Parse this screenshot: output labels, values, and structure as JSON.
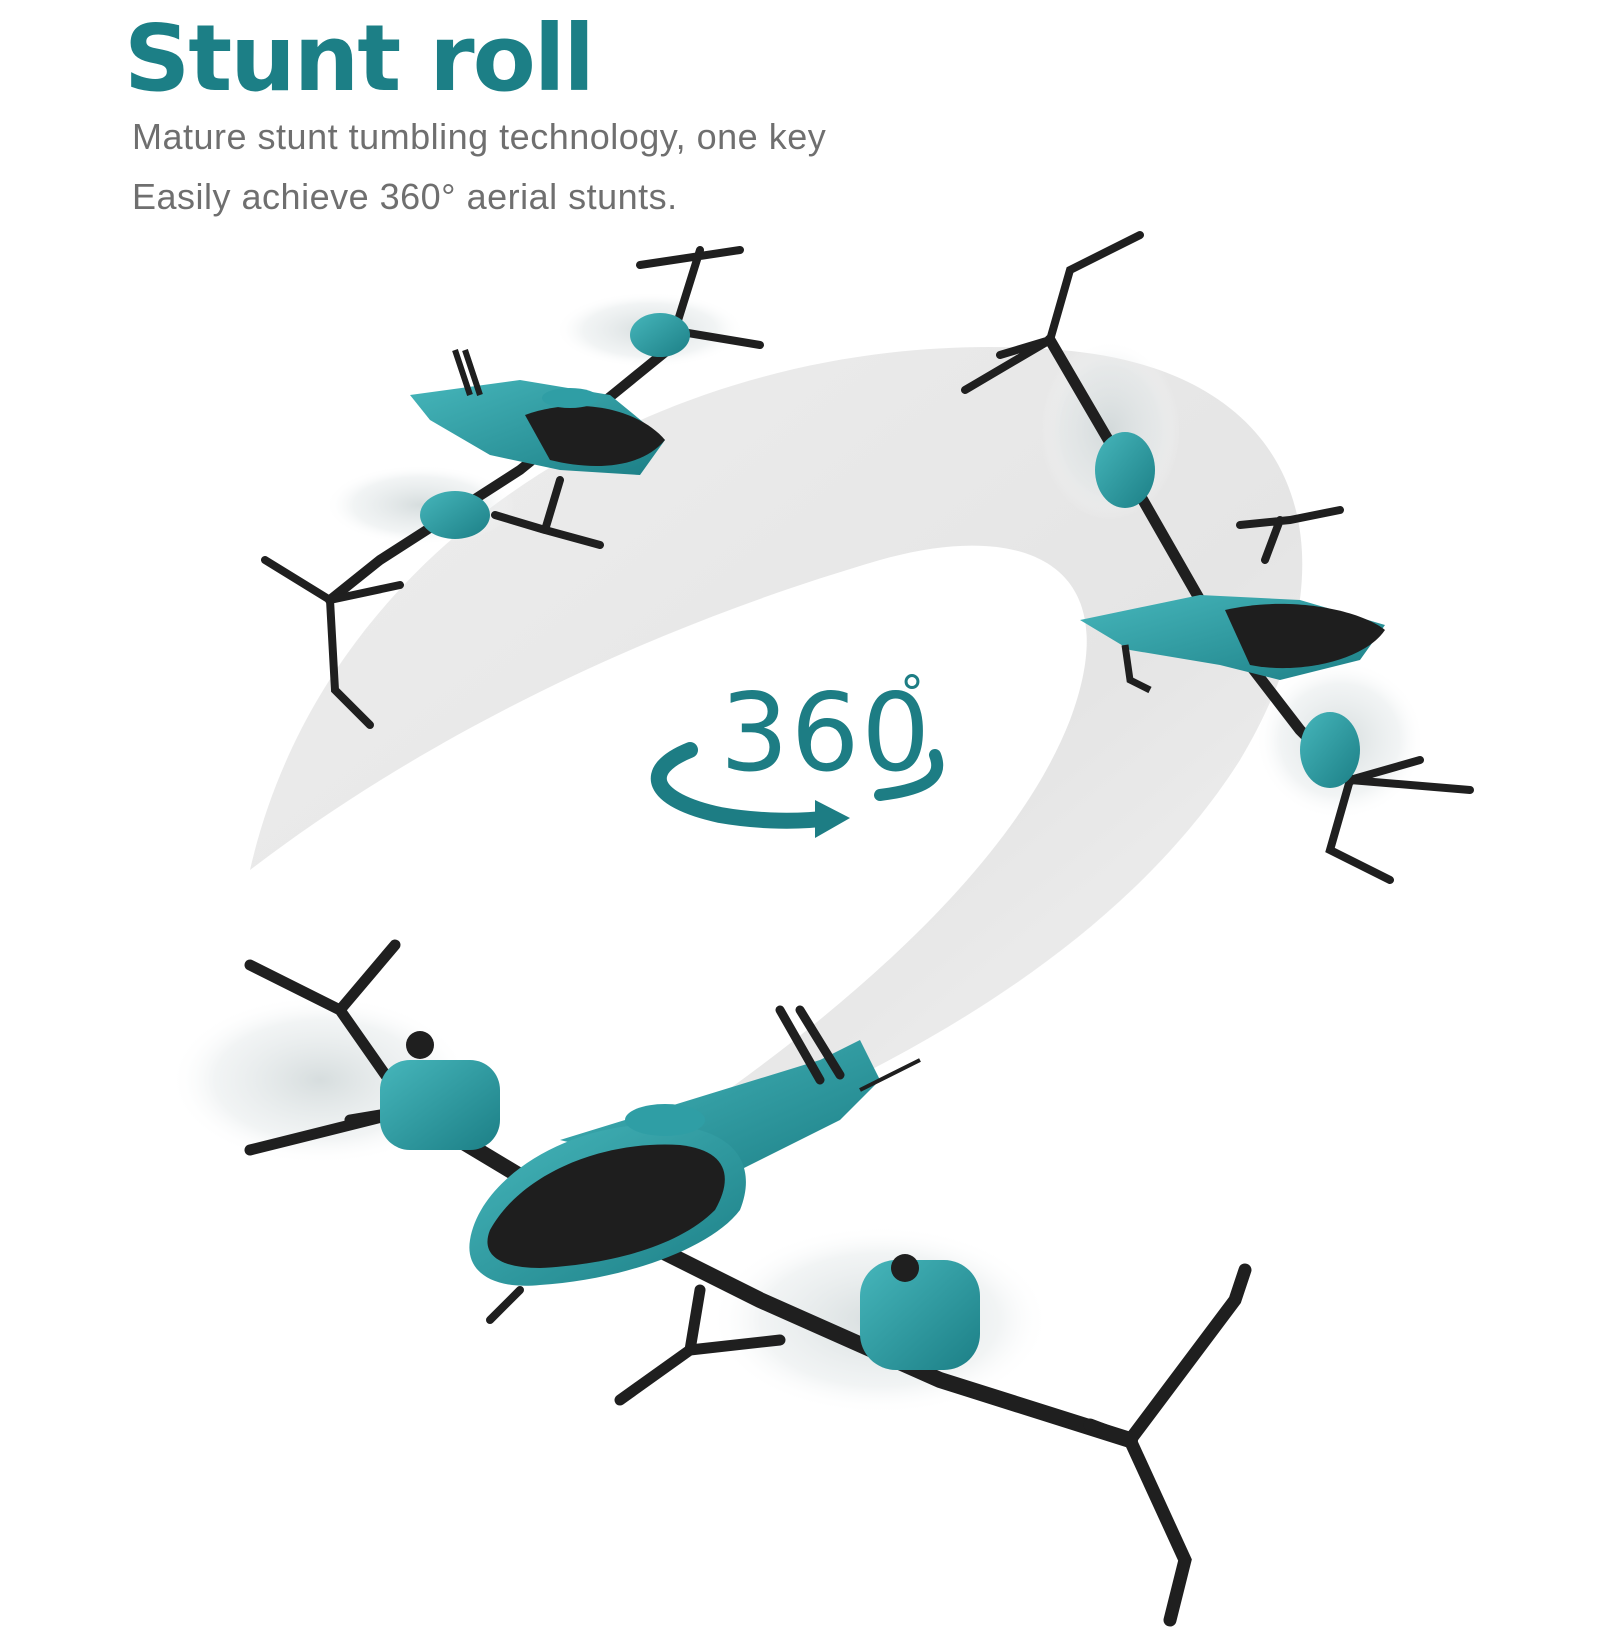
{
  "headline": "Stunt roll",
  "description": {
    "line1": "Mature stunt tumbling technology, one key",
    "line2": "Easily achieve 360° aerial stunts."
  },
  "badge": {
    "label": "360",
    "degree_symbol": "°",
    "icon": "rotation-arrow-icon"
  },
  "colors": {
    "accent": "#1d7f86",
    "drone_body": "#2a9ca3",
    "drone_dark": "#1f1f1f",
    "text_gray": "#6f6f6f"
  },
  "drones": [
    {
      "name": "drone-top-left"
    },
    {
      "name": "drone-top-right"
    },
    {
      "name": "drone-bottom-large"
    }
  ]
}
